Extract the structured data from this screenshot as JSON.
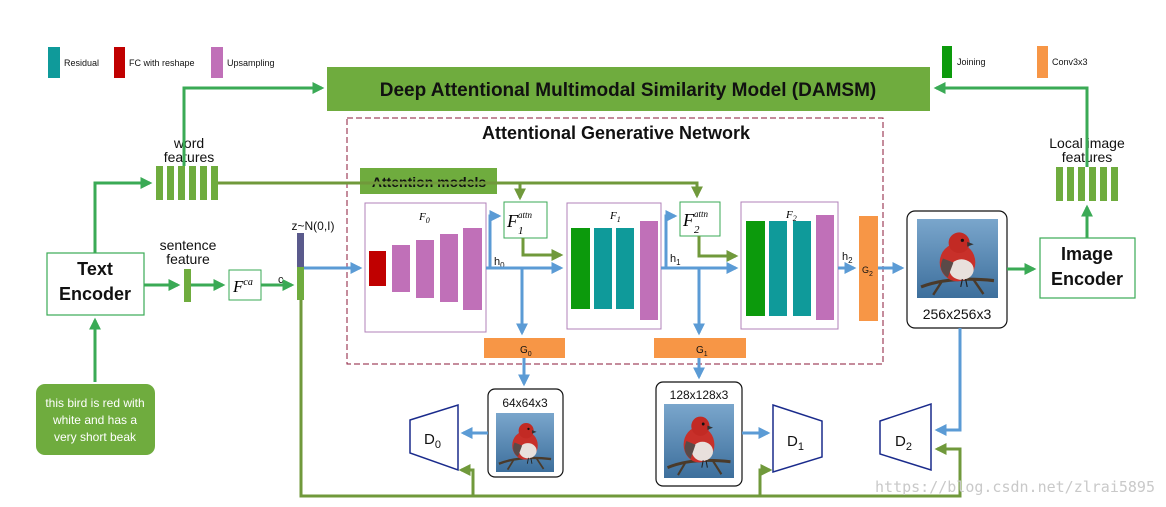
{
  "legend": {
    "residual": "Residual",
    "fc_reshape": "FC with reshape",
    "upsampling": "Upsampling",
    "joining": "Joining",
    "conv": "Conv3x3"
  },
  "colors": {
    "residual": "#0f9a9a",
    "fc": "#c00000",
    "upsampling": "#c070b8",
    "joining": "#0c9a0c",
    "conv": "#f79646",
    "banner": "#6fac3e",
    "arrow_green": "#3aaa55",
    "arrow_blue": "#5b9bd5",
    "olive": "#70993b"
  },
  "damsm_title": "Deep Attentional Multimodal Similarity Model (DAMSM)",
  "agn_title": "Attentional Generative Network",
  "word_features": [
    "word",
    "features"
  ],
  "local_features": [
    "Local image",
    "features"
  ],
  "sentence_feature": [
    "sentence",
    "feature"
  ],
  "text_encoder": [
    "Text",
    "Encoder"
  ],
  "image_encoder": [
    "Image",
    "Encoder"
  ],
  "caption": [
    "this bird is red with",
    "white and has a",
    "very short beak"
  ],
  "noise": "z~N(0,I)",
  "c_label": "c",
  "fca": {
    "base": "F",
    "sup": "ca"
  },
  "attention_models": "Attention models",
  "f0": {
    "base": "F",
    "sub": "0"
  },
  "f1": {
    "base": "F",
    "sub": "1"
  },
  "f2": {
    "base": "F",
    "sub": "2"
  },
  "f1attn": {
    "base": "F",
    "sub": "1",
    "sup": "attn"
  },
  "f2attn": {
    "base": "F",
    "sub": "2",
    "sup": "attn"
  },
  "h0": {
    "base": "h",
    "sub": "0"
  },
  "h1": {
    "base": "h",
    "sub": "1"
  },
  "h2": {
    "base": "h",
    "sub": "2"
  },
  "g0": {
    "base": "G",
    "sub": "0"
  },
  "g1": {
    "base": "G",
    "sub": "1"
  },
  "g2": {
    "base": "G",
    "sub": "2"
  },
  "d0": {
    "base": "D",
    "sub": "0"
  },
  "d1": {
    "base": "D",
    "sub": "1"
  },
  "d2": {
    "base": "D",
    "sub": "2"
  },
  "res64": "64x64x3",
  "res128": "128x128x3",
  "res256": "256x256x3",
  "watermark": "https://blog.csdn.net/zlrai5895"
}
